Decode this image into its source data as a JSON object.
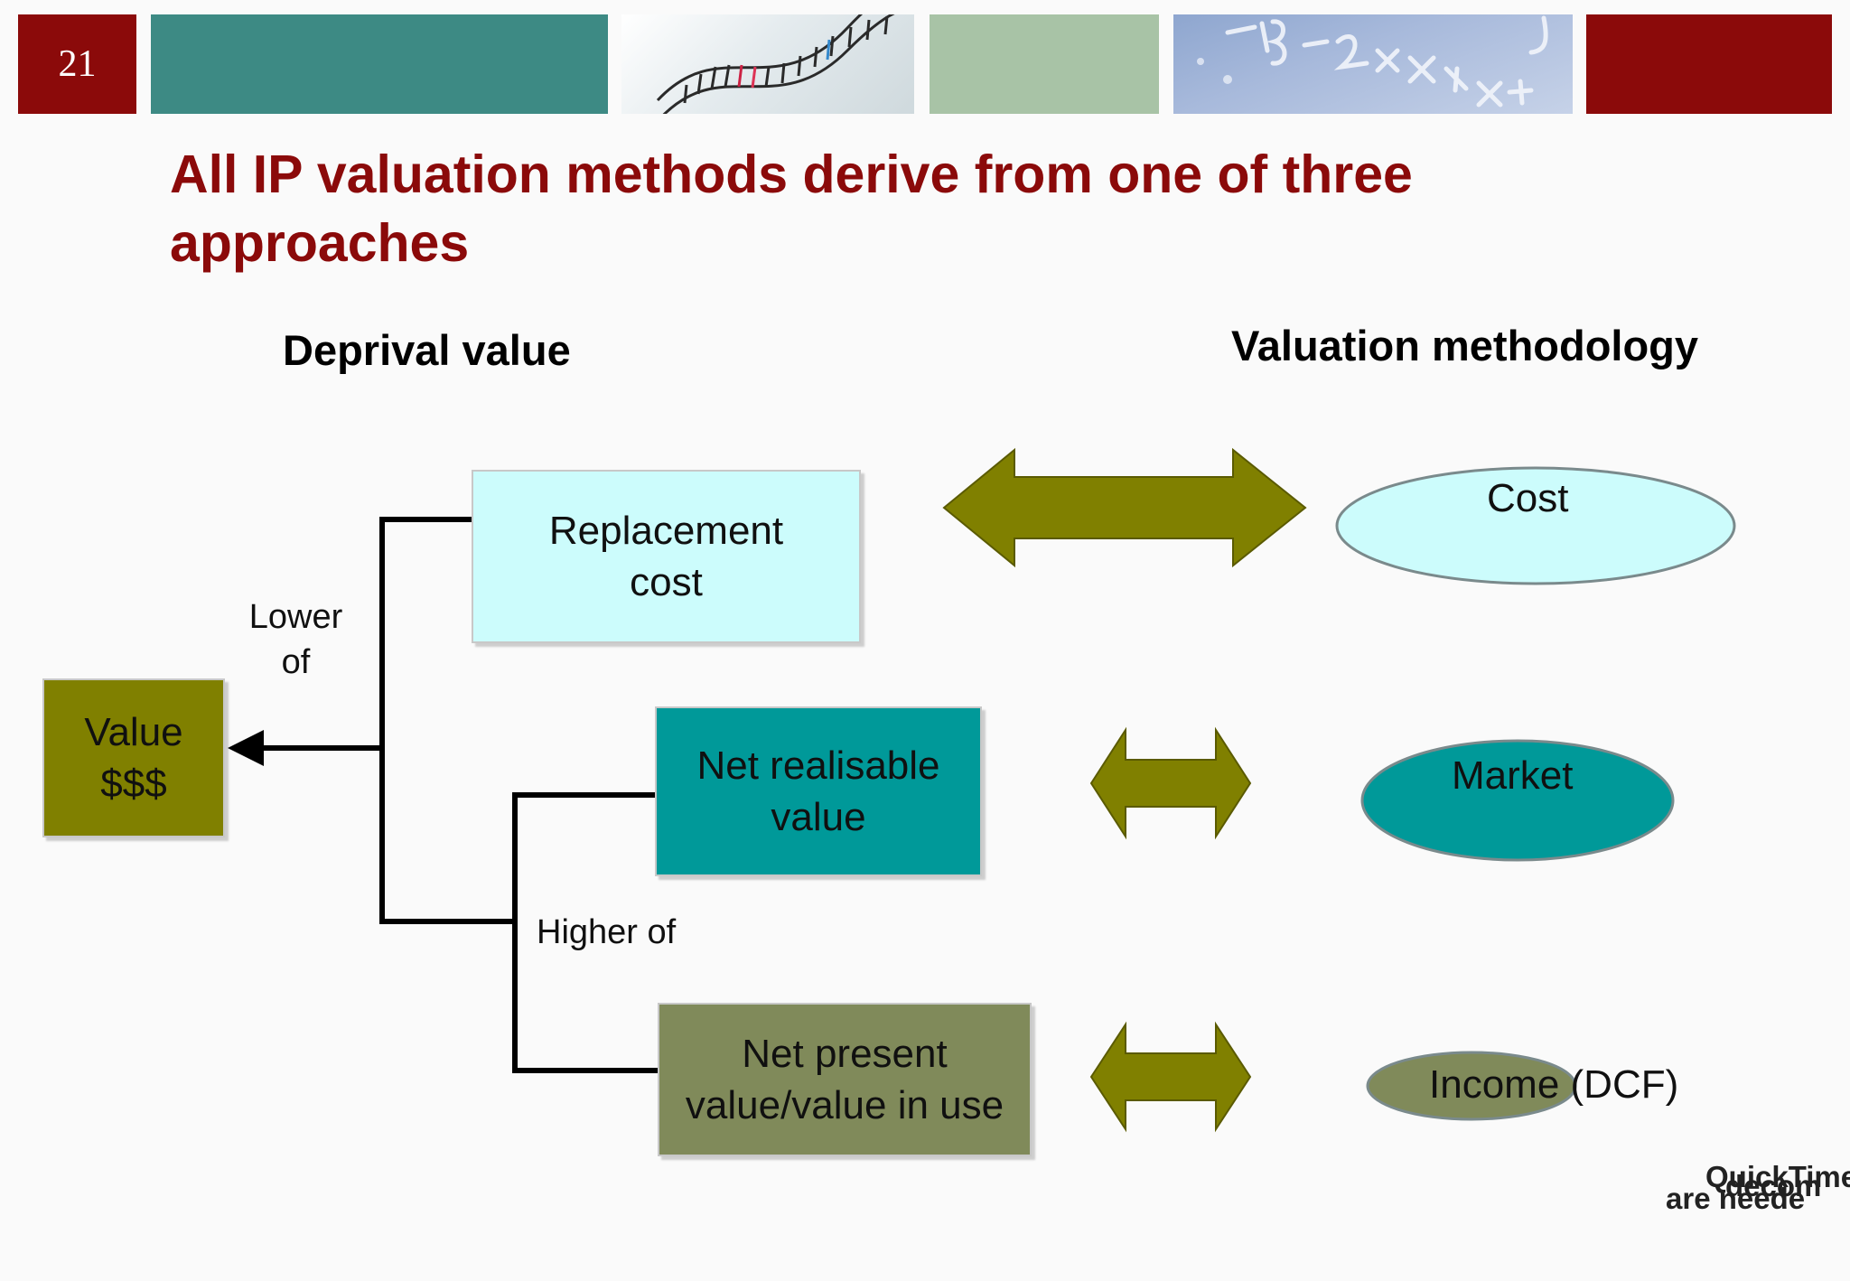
{
  "slide": {
    "number": "21",
    "title": "All IP valuation methods derive from one of three approaches"
  },
  "headers": {
    "left": "Deprival value",
    "right": "Valuation methodology"
  },
  "diagram": {
    "value_box": {
      "line1": "Value",
      "line2": "$$$"
    },
    "lower_of_label": {
      "line1": "Lower",
      "line2": "of"
    },
    "higher_of_label": "Higher of",
    "replacement_cost": {
      "line1": "Replacement",
      "line2": "cost"
    },
    "net_realisable_value": {
      "line1": "Net realisable",
      "line2": "value"
    },
    "net_present_value": {
      "line1": "Net present",
      "line2": "value/value in use"
    },
    "methods": {
      "cost": "Cost",
      "market": "Market",
      "income": "Income (DCF)"
    }
  },
  "watermark": {
    "line1": "QuickTime",
    "line2": "are neede",
    "overlap": "decom"
  },
  "colors": {
    "maroon": "#8b0a0a",
    "teal_band": "#3d8a84",
    "sage_band": "#a8c3a6",
    "olive": "#808000",
    "light_cyan": "#ccfcfc",
    "teal": "#009999",
    "sage": "#808a5a"
  }
}
